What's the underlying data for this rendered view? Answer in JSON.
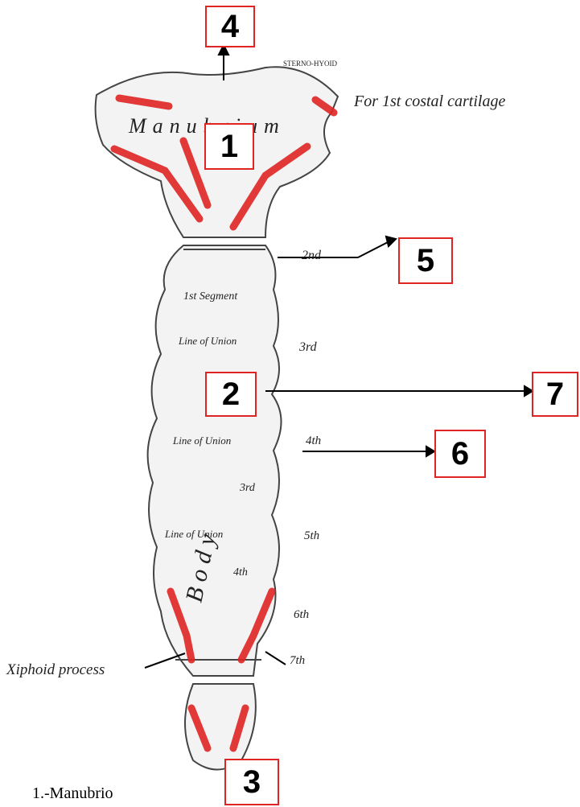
{
  "labels": {
    "box_1": "1",
    "box_2": "2",
    "box_3": "3",
    "box_4": "4",
    "box_5": "5",
    "box_6": "6",
    "box_7": "7"
  },
  "annotations": {
    "manubrium": "Manubrium",
    "sternohyoid": "STERNO-HYOID",
    "first_costal": "For 1st costal cartilage",
    "second": "2nd",
    "first_segment": "1st Segment",
    "line_of_union": "Line of Union",
    "third": "3rd",
    "fourth": "4th",
    "third_segment": "3rd",
    "fifth": "5th",
    "body": "Body",
    "fourth_segment": "4th",
    "sixth": "6th",
    "seventh": "7th",
    "xiphoid": "Xiphoid process"
  },
  "caption": "1.-Manubrio",
  "colors": {
    "highlight": "#e02424",
    "bone": "#f4f4f4",
    "outline": "#444444"
  }
}
